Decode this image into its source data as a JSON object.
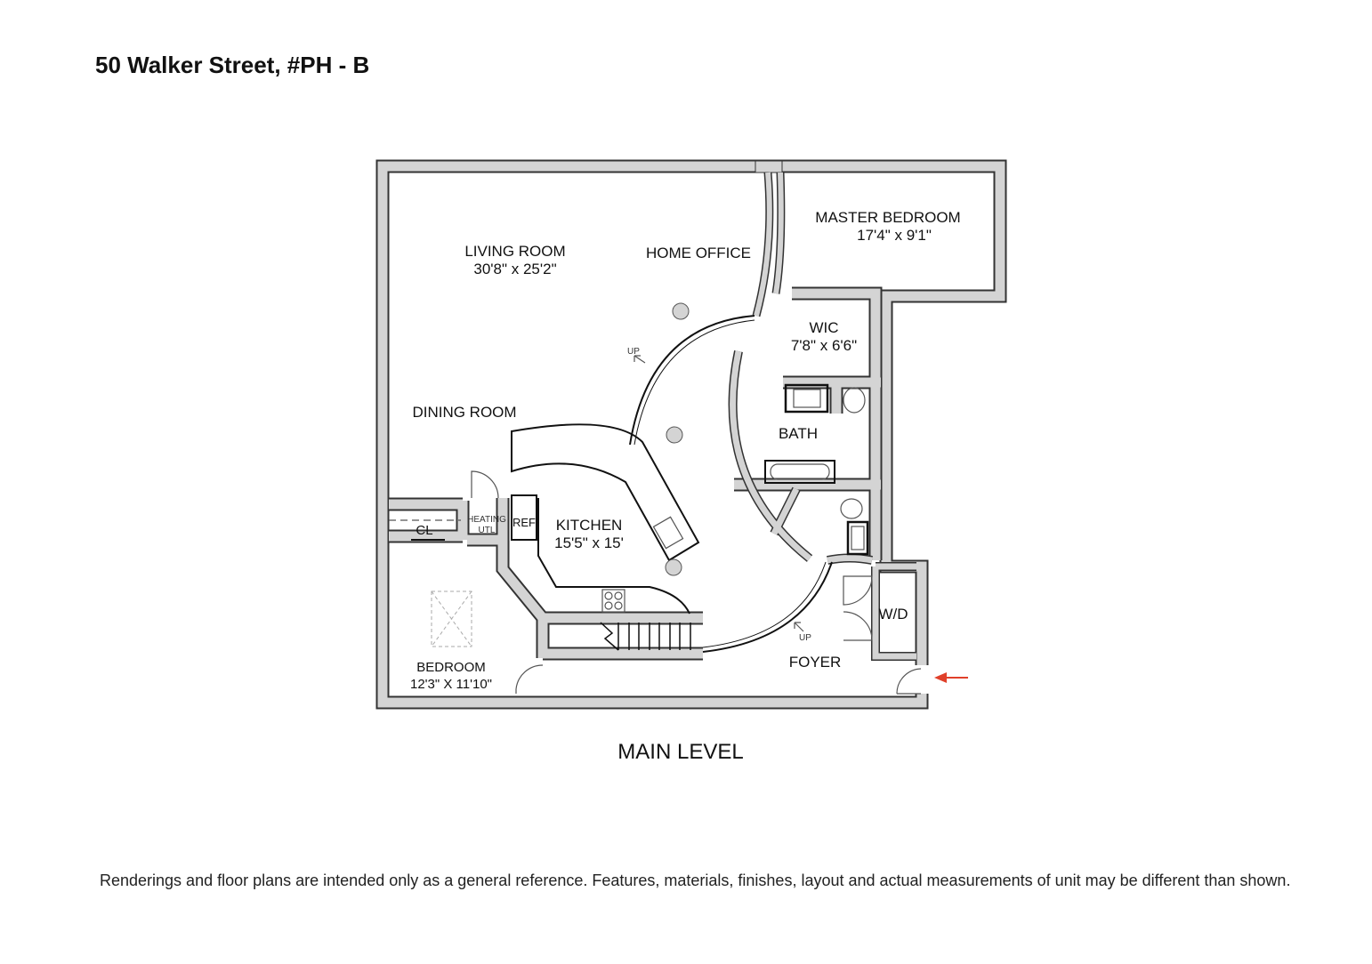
{
  "title": "50 Walker Street, #PH - B",
  "level_label": "MAIN LEVEL",
  "disclaimer": "Renderings and floor plans are intended only as a general reference. Features, materials, finishes, layout and actual measurements of unit may be different than shown.",
  "rooms": {
    "living": {
      "name": "LIVING ROOM",
      "size": "30'8\" x 25'2\""
    },
    "home_office": {
      "name": "HOME OFFICE"
    },
    "master": {
      "name": "MASTER BEDROOM",
      "size": "17'4\" x 9'1\""
    },
    "wic": {
      "name": "WIC",
      "size": "7'8\" x 6'6\""
    },
    "dining": {
      "name": "DINING ROOM"
    },
    "bath": {
      "name": "BATH"
    },
    "kitchen": {
      "name": "KITCHEN",
      "size": "15'5\" x 15'"
    },
    "ref": {
      "name": "REF"
    },
    "heating": {
      "name": "HEATING",
      "sub": "UTL"
    },
    "closet": {
      "name": "CL"
    },
    "bedroom": {
      "name": "BEDROOM",
      "size": "12'3\" X 11'10\""
    },
    "foyer": {
      "name": "FOYER"
    },
    "wd": {
      "name": "W/D"
    }
  },
  "stairs": {
    "up_label_1": "UP",
    "up_label_2": "UP"
  },
  "colors": {
    "wall": "#d4d4d4",
    "entry_arrow": "#e0402a"
  }
}
